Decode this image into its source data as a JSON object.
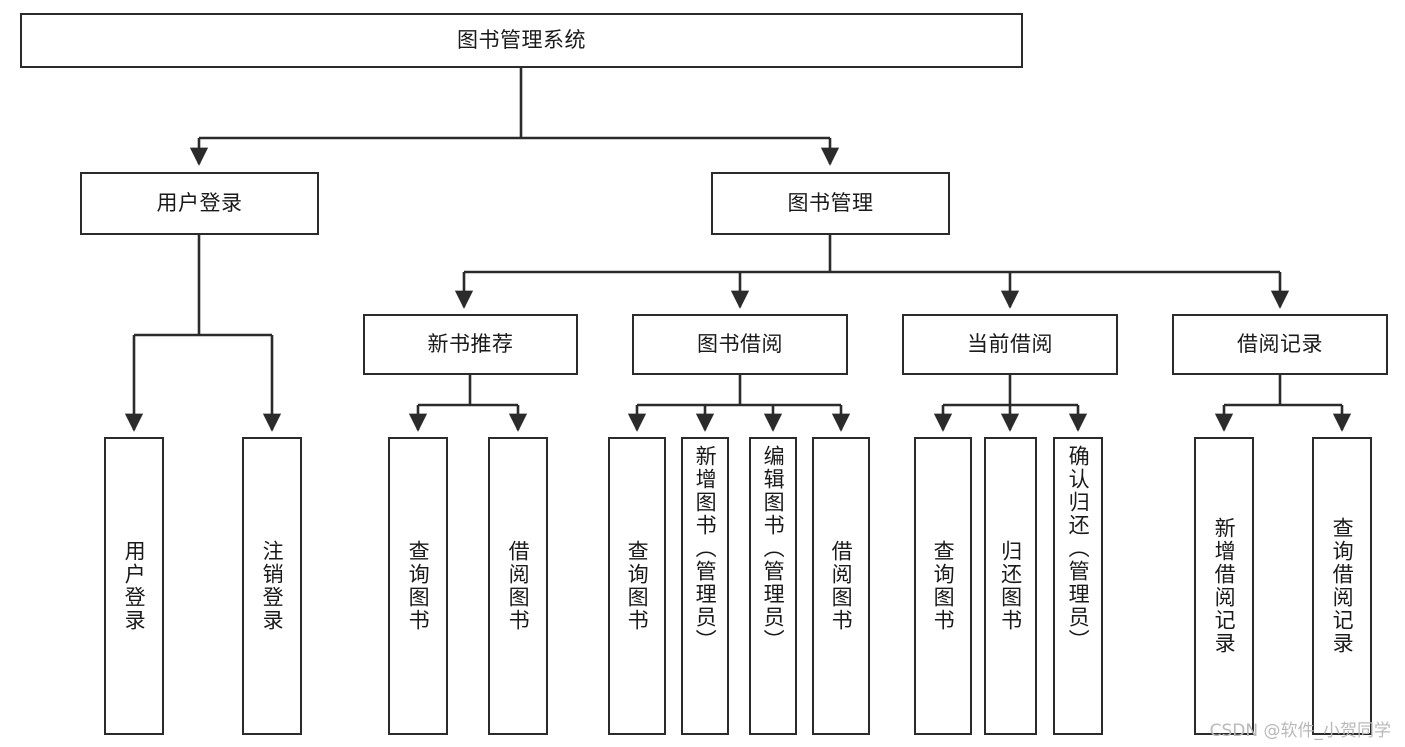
{
  "diagram": {
    "title": "图书管理系统",
    "colors": {
      "stroke": "#2b2b2b",
      "fill": "#ffffff",
      "text": "#1a1a1a",
      "watermark": "#b9b9b9"
    },
    "nodes": {
      "root": {
        "label": "图书管理系统"
      },
      "level2": [
        {
          "label": "用户登录"
        },
        {
          "label": "图书管理"
        }
      ],
      "level3": [
        {
          "label": "新书推荐"
        },
        {
          "label": "图书借阅"
        },
        {
          "label": "当前借阅"
        },
        {
          "label": "借阅记录"
        }
      ],
      "leaves_user_login": [
        {
          "label": "用户登录"
        },
        {
          "label": "注销登录"
        }
      ],
      "leaves_new_book": [
        {
          "label": "查询图书"
        },
        {
          "label": "借阅图书"
        }
      ],
      "leaves_borrow": [
        {
          "label": "查询图书"
        },
        {
          "label": "新增图书（管理员）"
        },
        {
          "label": "编辑图书（管理员）"
        },
        {
          "label": "借阅图书"
        }
      ],
      "leaves_current": [
        {
          "label": "查询图书"
        },
        {
          "label": "归还图书"
        },
        {
          "label": "确认归还（管理员）"
        }
      ],
      "leaves_record": [
        {
          "label": "新增借阅记录"
        },
        {
          "label": "查询借阅记录"
        }
      ]
    },
    "watermark": "CSDN @软件_小贺同学"
  }
}
